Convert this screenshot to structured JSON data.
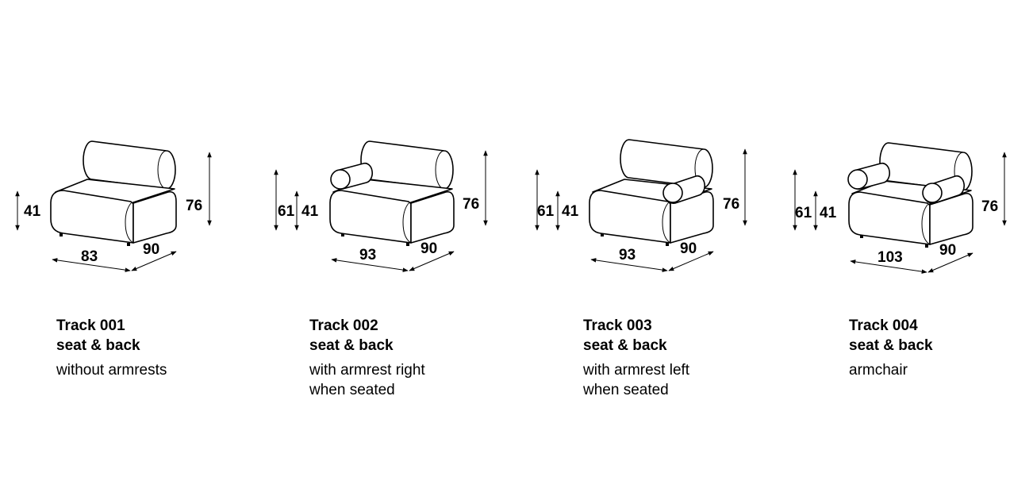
{
  "modules": [
    {
      "name": "Track 001",
      "type": "seat & back",
      "description": [
        "without armrests"
      ],
      "dimensions": {
        "width": "83",
        "depth": "90",
        "height": "76",
        "seat_height": "41",
        "arm_height": ""
      }
    },
    {
      "name": "Track 002",
      "type": "seat & back",
      "description": [
        "with armrest right",
        "when seated"
      ],
      "dimensions": {
        "width": "93",
        "depth": "90",
        "height": "76",
        "seat_height": "41",
        "arm_height": "61"
      }
    },
    {
      "name": "Track 003",
      "type": "seat & back",
      "description": [
        "with armrest left",
        "when seated"
      ],
      "dimensions": {
        "width": "93",
        "depth": "90",
        "height": "76",
        "seat_height": "41",
        "arm_height": "61"
      }
    },
    {
      "name": "Track 004",
      "type": "seat & back",
      "description": [
        "armchair"
      ],
      "dimensions": {
        "width": "103",
        "depth": "90",
        "height": "76",
        "seat_height": "41",
        "arm_height": "61"
      }
    }
  ]
}
